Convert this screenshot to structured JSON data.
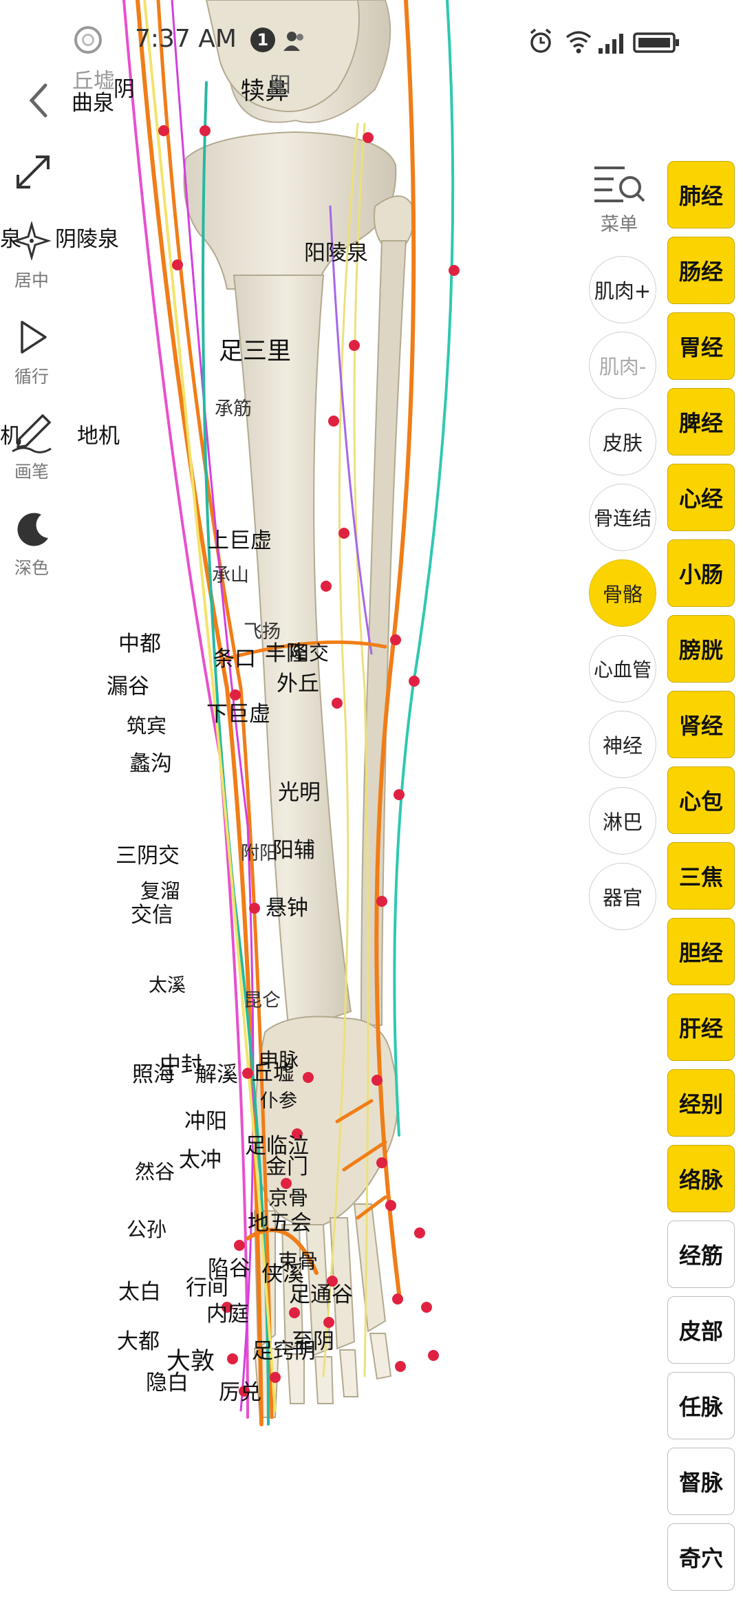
{
  "status_bar": {
    "time": "7:37 AM",
    "notification_count": "1"
  },
  "left_tools": [
    {
      "icon": "expand-icon",
      "label": ""
    },
    {
      "icon": "center-icon",
      "label": "居中"
    },
    {
      "icon": "play-icon",
      "label": "循行"
    },
    {
      "icon": "pen-icon",
      "label": "画笔"
    },
    {
      "icon": "moon-icon",
      "label": "深色"
    }
  ],
  "menu": {
    "label": "菜单"
  },
  "layer_buttons": [
    {
      "label": "肌肉+",
      "state": "normal"
    },
    {
      "label": "肌肉-",
      "state": "dim"
    },
    {
      "label": "皮肤",
      "state": "normal"
    },
    {
      "label": "骨连结",
      "state": "normal"
    },
    {
      "label": "骨骼",
      "state": "active"
    },
    {
      "label": "心血管",
      "state": "normal"
    },
    {
      "label": "神经",
      "state": "normal"
    },
    {
      "label": "淋巴",
      "state": "normal"
    },
    {
      "label": "器官",
      "state": "normal"
    }
  ],
  "meridian_buttons": [
    {
      "label": "肺经",
      "active": true
    },
    {
      "label": "肠经",
      "active": true
    },
    {
      "label": "胃经",
      "active": true
    },
    {
      "label": "脾经",
      "active": true
    },
    {
      "label": "心经",
      "active": true
    },
    {
      "label": "小肠",
      "active": true
    },
    {
      "label": "膀胱",
      "active": true
    },
    {
      "label": "肾经",
      "active": true
    },
    {
      "label": "心包",
      "active": true
    },
    {
      "label": "三焦",
      "active": true
    },
    {
      "label": "胆经",
      "active": true
    },
    {
      "label": "肝经",
      "active": true
    },
    {
      "label": "经别",
      "active": true
    },
    {
      "label": "络脉",
      "active": true
    },
    {
      "label": "经筋",
      "active": false
    },
    {
      "label": "皮部",
      "active": false
    },
    {
      "label": "任脉",
      "active": false
    },
    {
      "label": "督脉",
      "active": false
    },
    {
      "label": "奇穴",
      "active": false
    }
  ],
  "acupoints": [
    "丘墟",
    "曲泉",
    "阴",
    "犊鼻",
    "阳",
    "阴陵泉",
    "泉",
    "阳陵泉",
    "足三里",
    "地机",
    "机",
    "承筋",
    "上巨虚",
    "承山",
    "飞扬",
    "中都",
    "条口",
    "丰隆",
    "阳交",
    "外丘",
    "漏谷",
    "下巨虚",
    "筑宾",
    "蠡沟",
    "光明",
    "三阴交",
    "附阳",
    "阳辅",
    "复溜",
    "交信",
    "悬钟",
    "太溪",
    "昆仑",
    "照海",
    "中封",
    "解溪",
    "申脉",
    "丘墟",
    "冲阳",
    "仆参",
    "足临泣",
    "然谷",
    "太冲",
    "金门",
    "京骨",
    "公孙",
    "地五会",
    "陷谷",
    "束骨",
    "太白",
    "行间",
    "侠溪",
    "足通谷",
    "内庭",
    "大都",
    "大敦",
    "足窍阴",
    "至阴",
    "隐白",
    "厉兑"
  ]
}
